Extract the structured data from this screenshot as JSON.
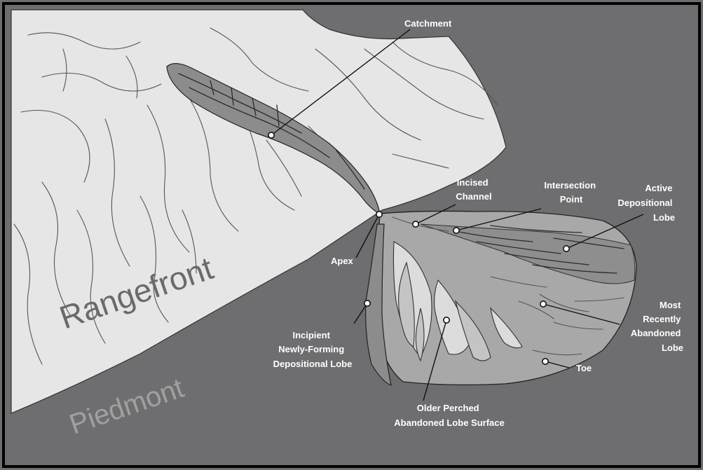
{
  "labels": {
    "catchment": "Catchment",
    "incised_channel": [
      "Incised",
      "Channel"
    ],
    "intersection_point": [
      "Intersection",
      "Point"
    ],
    "active_lobe": [
      "Active",
      "Depositional",
      "Lobe"
    ],
    "apex": "Apex",
    "most_recent": [
      "Most",
      "Recently",
      "Abandoned",
      "Lobe"
    ],
    "toe": "Toe",
    "incipient": [
      "Incipient",
      "Newly-Forming",
      "Depositional Lobe"
    ],
    "older_perched": [
      "Older Perched",
      "Abandoned Lobe Surface"
    ]
  },
  "regions": {
    "rangefront": "Rangefront",
    "piedmont": "Piedmont"
  },
  "colors": {
    "background": "#6e6e70",
    "rangefront": "#e6e6e6",
    "fan": "#a8a8a8",
    "channel": "#8c8c8c",
    "perched": "#dcdcdc",
    "frame": "#000000"
  }
}
